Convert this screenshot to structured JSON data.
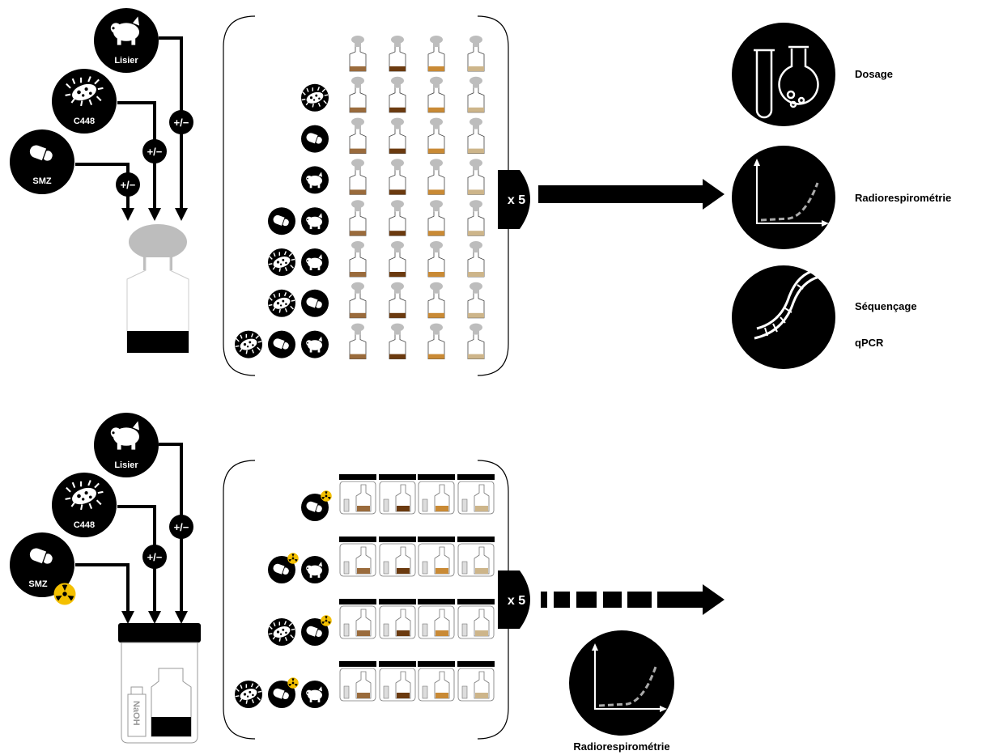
{
  "labels": {
    "lisier": "Lisier",
    "c448": "C448",
    "smz": "SMZ",
    "plus_minus": "+/−",
    "naoh": "NaOH",
    "times": "x 5"
  },
  "outputs": {
    "dosage": "Dosage",
    "radiorespirometrie": "Radiorespirométrie",
    "sequencage": "Séquençage",
    "qpcr": "qPCR"
  },
  "bottom_output": {
    "radiorespirometrie": "Radiorespirométrie"
  },
  "colors": {
    "soil_1": "#9a6b3c",
    "soil_2": "#6b3a0f",
    "soil_3": "#c98a35",
    "soil_4": "#cdb58a",
    "radioactive": "#f4c000",
    "grey_cap": "#bdbdbd"
  },
  "icons": {
    "pig": "pig-icon",
    "bacterium": "bacterium-icon",
    "pill": "pill-icon",
    "radioactive": "radioactive-icon",
    "labware": "labware-icon",
    "curve": "curve-icon",
    "dna": "dna-icon"
  },
  "treatments_top": [
    [],
    [
      "bacterium"
    ],
    [
      "pill"
    ],
    [
      "pig"
    ],
    [
      "pill",
      "pig"
    ],
    [
      "bacterium",
      "pig"
    ],
    [
      "bacterium",
      "pill"
    ],
    [
      "bacterium",
      "pill",
      "pig"
    ]
  ],
  "treatments_bottom": [
    [
      "pill*"
    ],
    [
      "pill*",
      "pig"
    ],
    [
      "bacterium",
      "pill*"
    ],
    [
      "bacterium",
      "pill*",
      "pig"
    ]
  ]
}
